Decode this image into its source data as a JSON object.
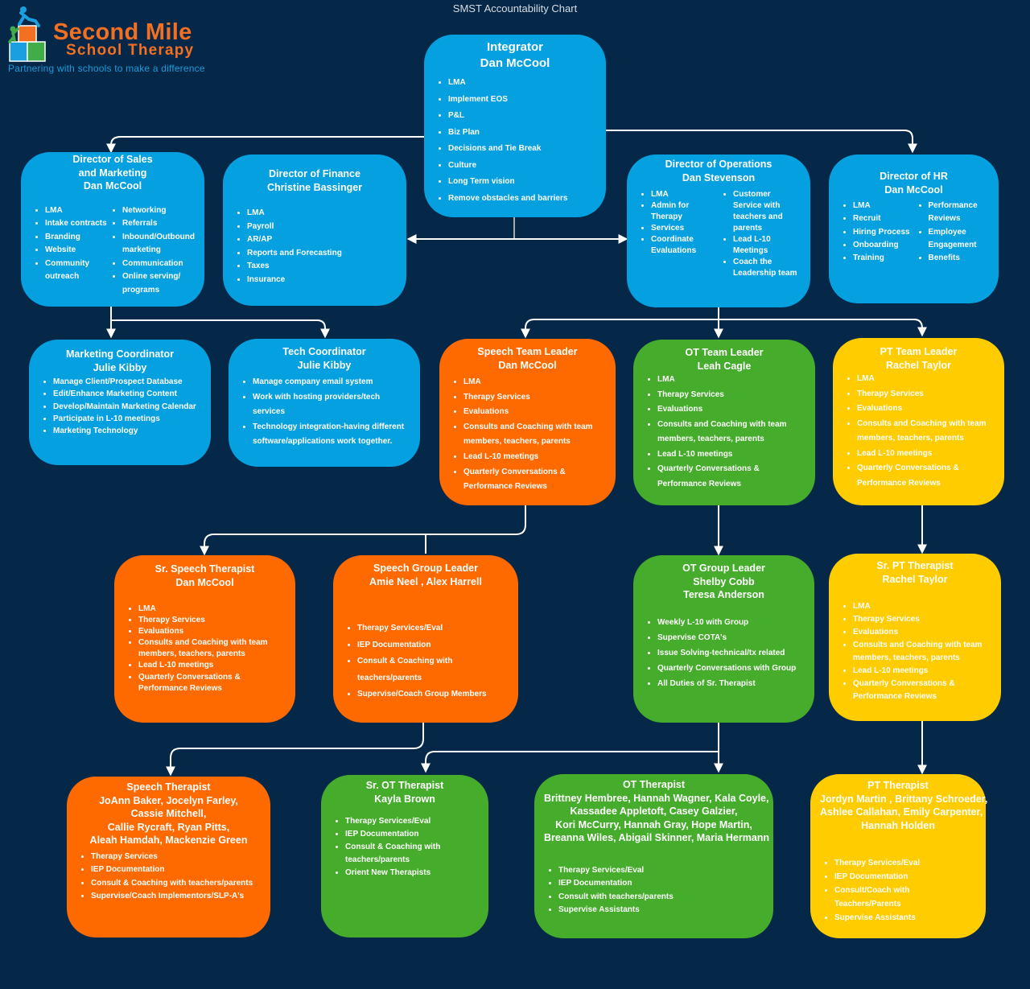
{
  "page_title": "SMST Accountability Chart",
  "logo": {
    "name_line1": "Second Mile",
    "name_line2": "School Therapy",
    "tagline": "Partnering with schools to make a difference"
  },
  "colors": {
    "background": "#052849",
    "leadership_blue": "#05a0df",
    "speech_orange": "#ff6a00",
    "ot_green": "#45ad2b",
    "pt_yellow": "#ffcc00",
    "connector": "#ffffff"
  },
  "nodes": {
    "integrator": {
      "title": [
        "Integrator",
        "Dan McCool"
      ],
      "items": [
        "LMA",
        "Implement EOS",
        "P&L",
        "Biz Plan",
        "Decisions and Tie Break",
        "Culture",
        "Long Term vision",
        "Remove obstacles and barriers"
      ]
    },
    "dir_sales": {
      "title": [
        "Director of Sales",
        "and Marketing",
        "Dan McCool"
      ],
      "items_left": [
        "LMA",
        "Intake contracts",
        "Branding",
        "Website",
        "Community outreach"
      ],
      "items_right": [
        "Networking",
        "Referrals",
        "Inbound/Outbound marketing",
        "Communication",
        "Online serving/ programs"
      ]
    },
    "dir_finance": {
      "title": [
        "Director of Finance",
        "Christine Bassinger"
      ],
      "items": [
        "LMA",
        "Payroll",
        "AR/AP",
        "Reports and Forecasting",
        "Taxes",
        "Insurance"
      ]
    },
    "dir_ops": {
      "title": [
        "Director of Operations",
        "Dan Stevenson"
      ],
      "items_left": [
        "LMA",
        "Admin for Therapy",
        "Services",
        "Coordinate Evaluations"
      ],
      "items_right": [
        "Customer Service with teachers and parents",
        "Lead L-10 Meetings",
        "Coach the Leadership team"
      ]
    },
    "dir_hr": {
      "title": [
        "Director of HR",
        "Dan McCool"
      ],
      "items_left": [
        "LMA",
        "Recruit",
        "Hiring Process",
        "Onboarding",
        "Training"
      ],
      "items_right": [
        "Performance Reviews",
        "Employee Engagement",
        "Benefits"
      ]
    },
    "marketing_coord": {
      "title": [
        "Marketing Coordinator",
        "Julie Kibby"
      ],
      "items": [
        "Manage Client/Prospect Database",
        "Edit/Enhance Marketing Content",
        "Develop/Maintain Marketing Calendar",
        "Participate in L-10 meetings",
        "Marketing Technology"
      ]
    },
    "tech_coord": {
      "title": [
        "Tech Coordinator",
        "Julie Kibby"
      ],
      "items": [
        "Manage company email system",
        "Work with hosting providers/tech services",
        "Technology integration-having different software/applications work together."
      ]
    },
    "speech_lead": {
      "title": [
        "Speech Team Leader",
        "Dan McCool"
      ],
      "items": [
        "LMA",
        "Therapy Services",
        "Evaluations",
        "Consults and Coaching with team members, teachers, parents",
        "Lead L-10 meetings",
        "Quarterly Conversations & Performance Reviews"
      ]
    },
    "ot_lead": {
      "title": [
        "OT Team Leader",
        "Leah Cagle"
      ],
      "items": [
        "LMA",
        "Therapy Services",
        "Evaluations",
        "Consults and Coaching with team members, teachers, parents",
        "Lead L-10 meetings",
        "Quarterly Conversations & Performance Reviews"
      ]
    },
    "pt_lead": {
      "title": [
        "PT Team Leader",
        "Rachel Taylor"
      ],
      "items": [
        "LMA",
        "Therapy Services",
        "Evaluations",
        "Consults and Coaching with team members, teachers, parents",
        "Lead L-10 meetings",
        "Quarterly Conversations & Performance Reviews"
      ]
    },
    "sr_speech": {
      "title": [
        "Sr. Speech Therapist",
        "Dan McCool"
      ],
      "items": [
        "LMA",
        "Therapy Services",
        "Evaluations",
        "Consults and Coaching with team members, teachers, parents",
        "Lead L-10 meetings",
        "Quarterly Conversations & Performance Reviews"
      ]
    },
    "speech_group": {
      "title": [
        "Speech Group Leader",
        "Amie Neel , Alex Harrell"
      ],
      "items": [
        "Therapy Services/Eval",
        "IEP Documentation",
        "Consult & Coaching with teachers/parents",
        "Supervise/Coach  Group Members"
      ]
    },
    "ot_group": {
      "title": [
        "OT Group Leader",
        "Shelby Cobb",
        "Teresa Anderson"
      ],
      "items": [
        "Weekly L-10 with Group",
        "Supervise COTA's",
        "Issue Solving-technical/tx related",
        "Quarterly Conversations with Group",
        "All Duties of Sr. Therapist"
      ]
    },
    "sr_pt": {
      "title": [
        "Sr. PT Therapist",
        "Rachel Taylor"
      ],
      "items": [
        "LMA",
        "Therapy Services",
        "Evaluations",
        "Consults and Coaching with team members, teachers, parents",
        "Lead L-10 meetings",
        "Quarterly Conversations & Performance Reviews"
      ]
    },
    "speech_ther": {
      "title": [
        "Speech Therapist",
        "JoAnn Baker, Jocelyn Farley,",
        "Cassie Mitchell,",
        "Callie Rycraft, Ryan Pitts,",
        "Aleah Hamdah, Mackenzie Green"
      ],
      "items": [
        "Therapy Services",
        "IEP Documentation",
        "Consult & Coaching with teachers/parents",
        "Supervise/Coach Implementors/SLP-A's"
      ]
    },
    "sr_ot": {
      "title": [
        "Sr. OT Therapist",
        "Kayla Brown"
      ],
      "items": [
        "Therapy Services/Eval",
        "IEP Documentation",
        "Consult & Coaching with teachers/parents",
        "Orient New Therapists"
      ]
    },
    "ot_ther": {
      "title": [
        "OT  Therapist",
        "Brittney Hembree, Hannah Wagner,  Kala Coyle,",
        "Kassadee Appletoft, Casey Galzier,",
        "Kori McCurry, Hannah Gray, Hope Martin,",
        "Breanna Wiles, Abigail Skinner, Maria Hermann"
      ],
      "items": [
        "Therapy Services/Eval",
        "IEP Documentation",
        "Consult with teachers/parents",
        "Supervise Assistants"
      ]
    },
    "pt_ther": {
      "title": [
        "PT Therapist",
        "Jordyn Martin , Brittany Schroeder,",
        "Ashlee Callahan, Emily Carpenter,",
        "Hannah Holden"
      ],
      "items": [
        "Therapy Services/Eval",
        "IEP Documentation",
        "Consult/Coach with Teachers/Parents",
        "Supervise Assistants"
      ]
    }
  }
}
